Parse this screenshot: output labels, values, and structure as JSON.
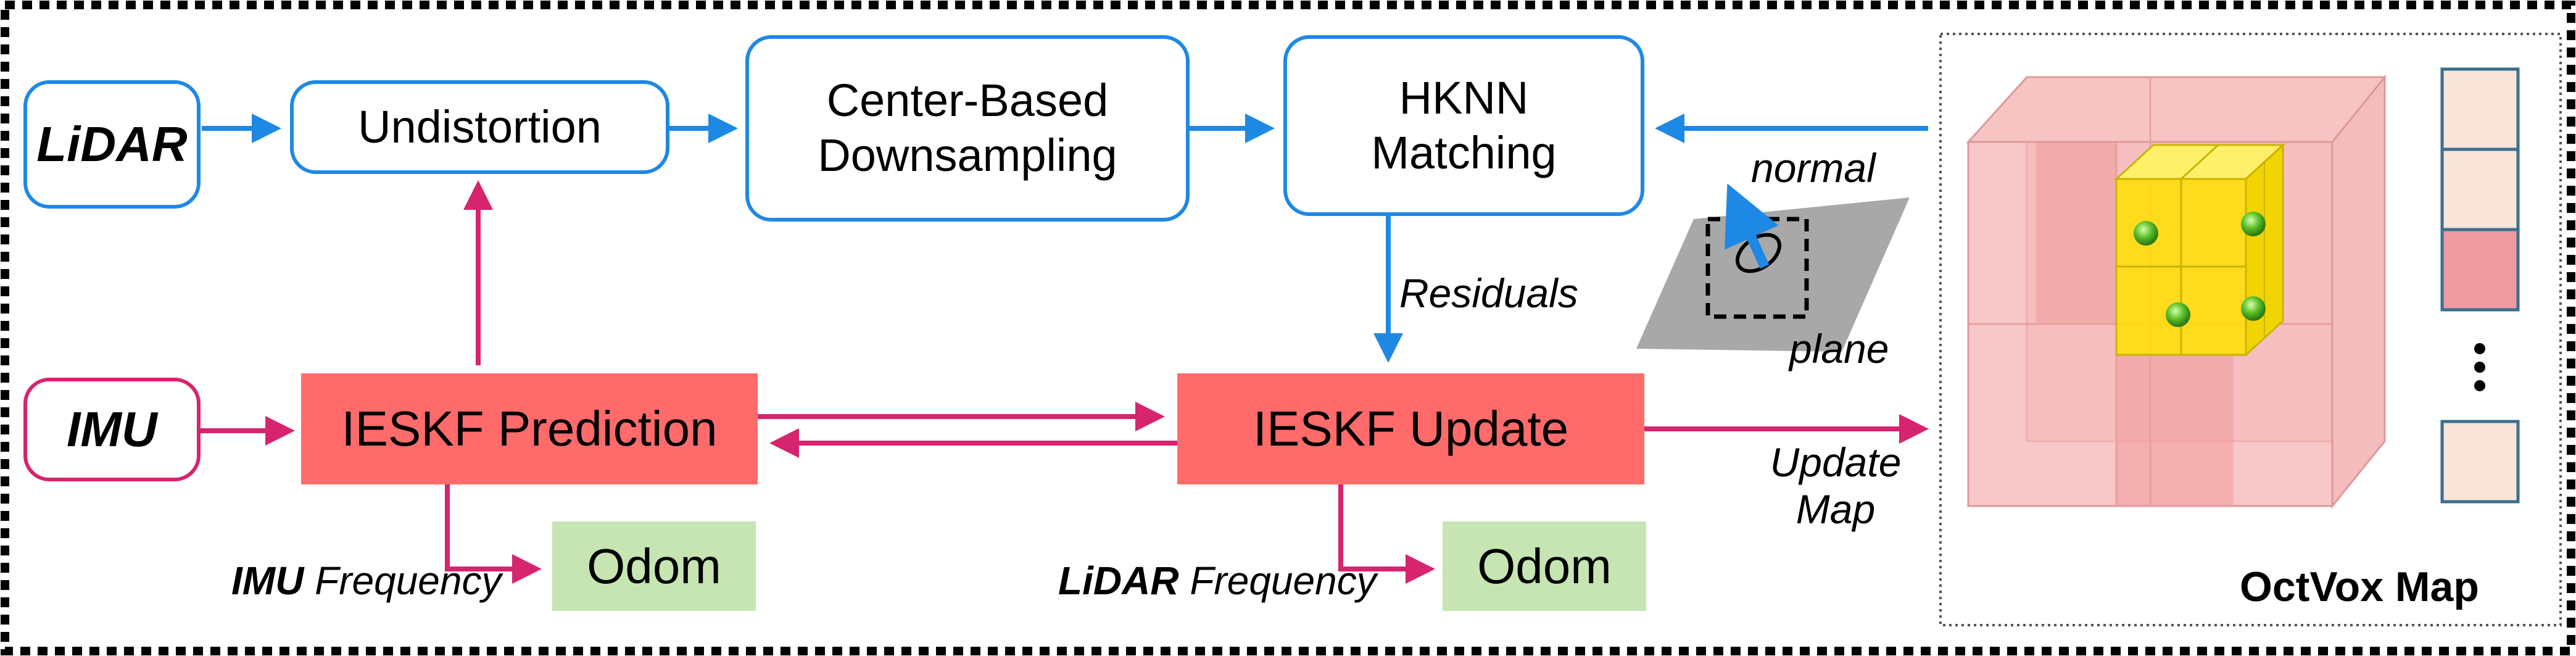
{
  "sources": {
    "lidar": "LiDAR",
    "imu": "IMU"
  },
  "blocks": {
    "undistortion": "Undistortion",
    "center_based_line1": "Center-Based",
    "center_based_line2": "Downsampling",
    "hknn_line1": "HKNN",
    "hknn_line2": "Matching",
    "ieskf_prediction": "IESKF Prediction",
    "ieskf_update": "IESKF Update",
    "odom_imu": "Odom",
    "odom_lidar": "Odom"
  },
  "labels": {
    "residuals": "Residuals",
    "normal": "normal",
    "plane": "plane",
    "update_map_line1": "Update",
    "update_map_line2": "Map",
    "imu_frequency_bold": "IMU",
    "imu_frequency_rest": "Frequency",
    "lidar_frequency_bold": "LiDAR",
    "lidar_frequency_rest": "Frequency",
    "octvox_map": "OctVox Map"
  },
  "colors": {
    "blue": "#1e88e5",
    "pink": "#d6246e",
    "ieskf_fill": "#ff6b6b",
    "odom_fill": "#c6e5b3",
    "voxel_yellow": "#ffe000",
    "voxel_pink": "#f4a6a6"
  },
  "icons": [
    "outer-dashed-border",
    "plane-normal-icon",
    "octvox-cube-icon",
    "voxel-list-icon",
    "vertical-ellipsis-icon"
  ]
}
